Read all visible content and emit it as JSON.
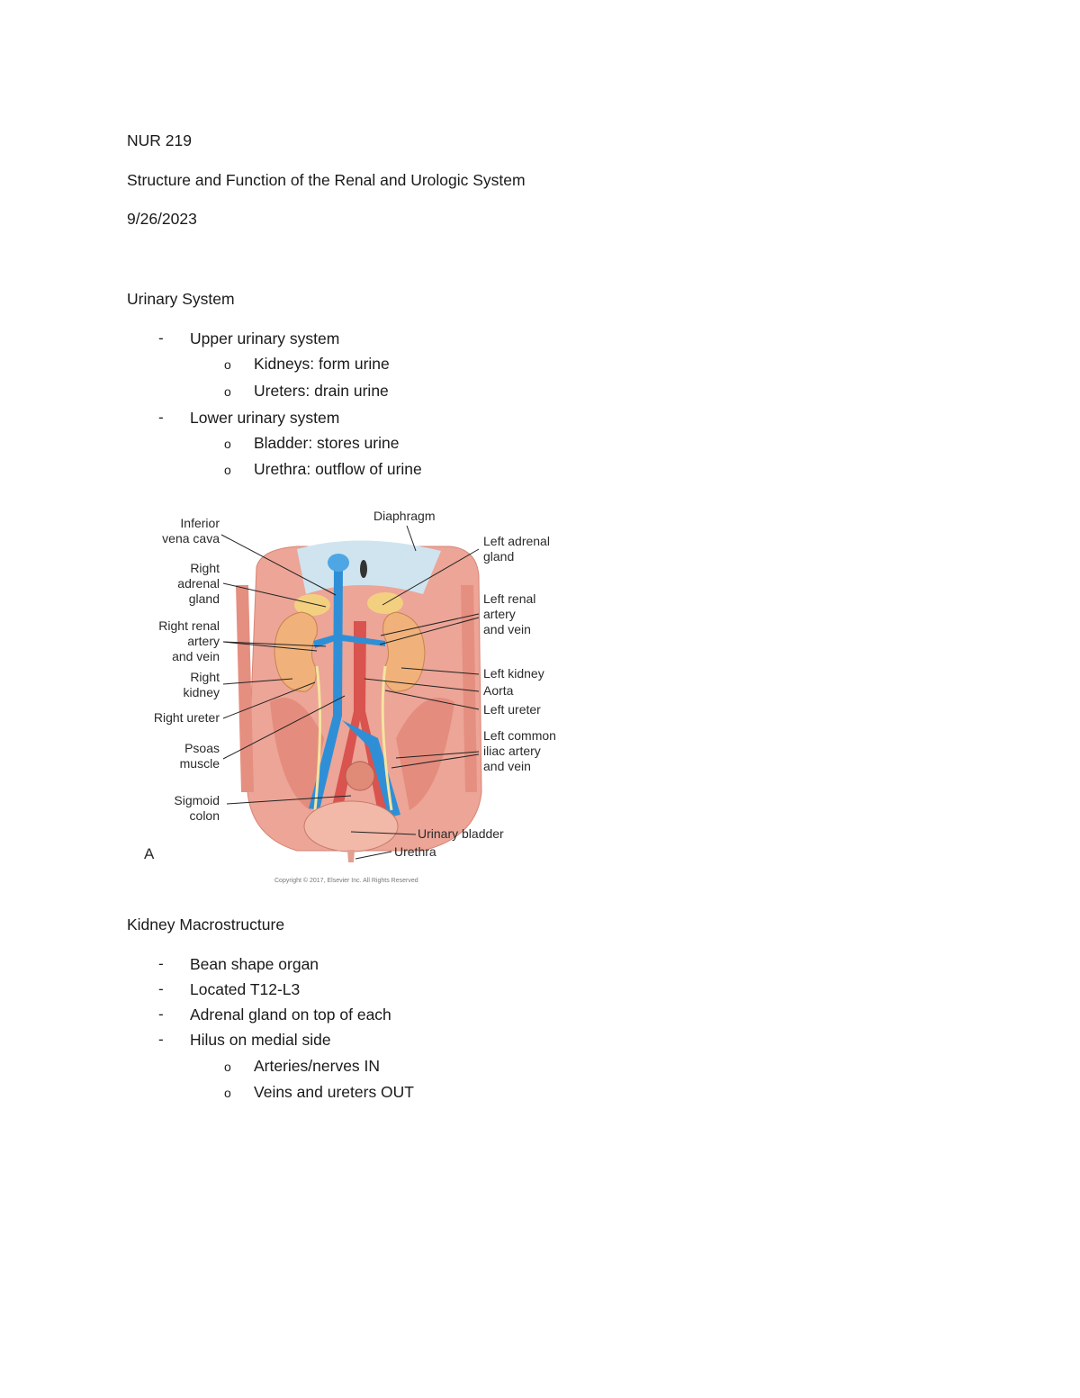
{
  "header": {
    "course": "NUR 219",
    "title": "Structure and Function of the Renal and Urologic System",
    "date": "9/26/2023"
  },
  "section1": {
    "heading": "Urinary System",
    "items": [
      {
        "label": "Upper urinary system",
        "sub": [
          "Kidneys: form urine",
          "Ureters: drain urine"
        ]
      },
      {
        "label": "Lower urinary system",
        "sub": [
          "Bladder: stores urine",
          "Urethra: outflow of urine"
        ]
      }
    ]
  },
  "figure": {
    "panel": "A",
    "copyright": "Copyright © 2017, Elsevier Inc. All Rights Reserved",
    "labels": {
      "ivc": "Inferior\nvena cava",
      "diaphragm": "Diaphragm",
      "right_adrenal": "Right\nadrenal\ngland",
      "left_adrenal": "Left adrenal\ngland",
      "right_renal": "Right renal\nartery\nand vein",
      "left_renal": "Left renal\nartery\nand vein",
      "right_kidney": "Right\nkidney",
      "left_kidney": "Left kidney",
      "aorta": "Aorta",
      "right_ureter": "Right ureter",
      "left_ureter": "Left ureter",
      "psoas": "Psoas\nmuscle",
      "left_iliac": "Left common\niliac artery\nand vein",
      "sigmoid": "Sigmoid\ncolon",
      "bladder": "Urinary bladder",
      "urethra": "Urethra"
    },
    "colors": {
      "muscle": "#e89a8c",
      "kidney": "#f0b27a",
      "vein": "#2f8fd6",
      "artery": "#d9534f",
      "bladder": "#f2b8a8"
    }
  },
  "section2": {
    "heading": "Kidney Macrostructure",
    "items": [
      "Bean shape organ",
      "Located T12-L3",
      "Adrenal gland on top of each",
      "Hilus on medial side"
    ],
    "sub": [
      "Arteries/nerves IN",
      "Veins and ureters OUT"
    ]
  }
}
